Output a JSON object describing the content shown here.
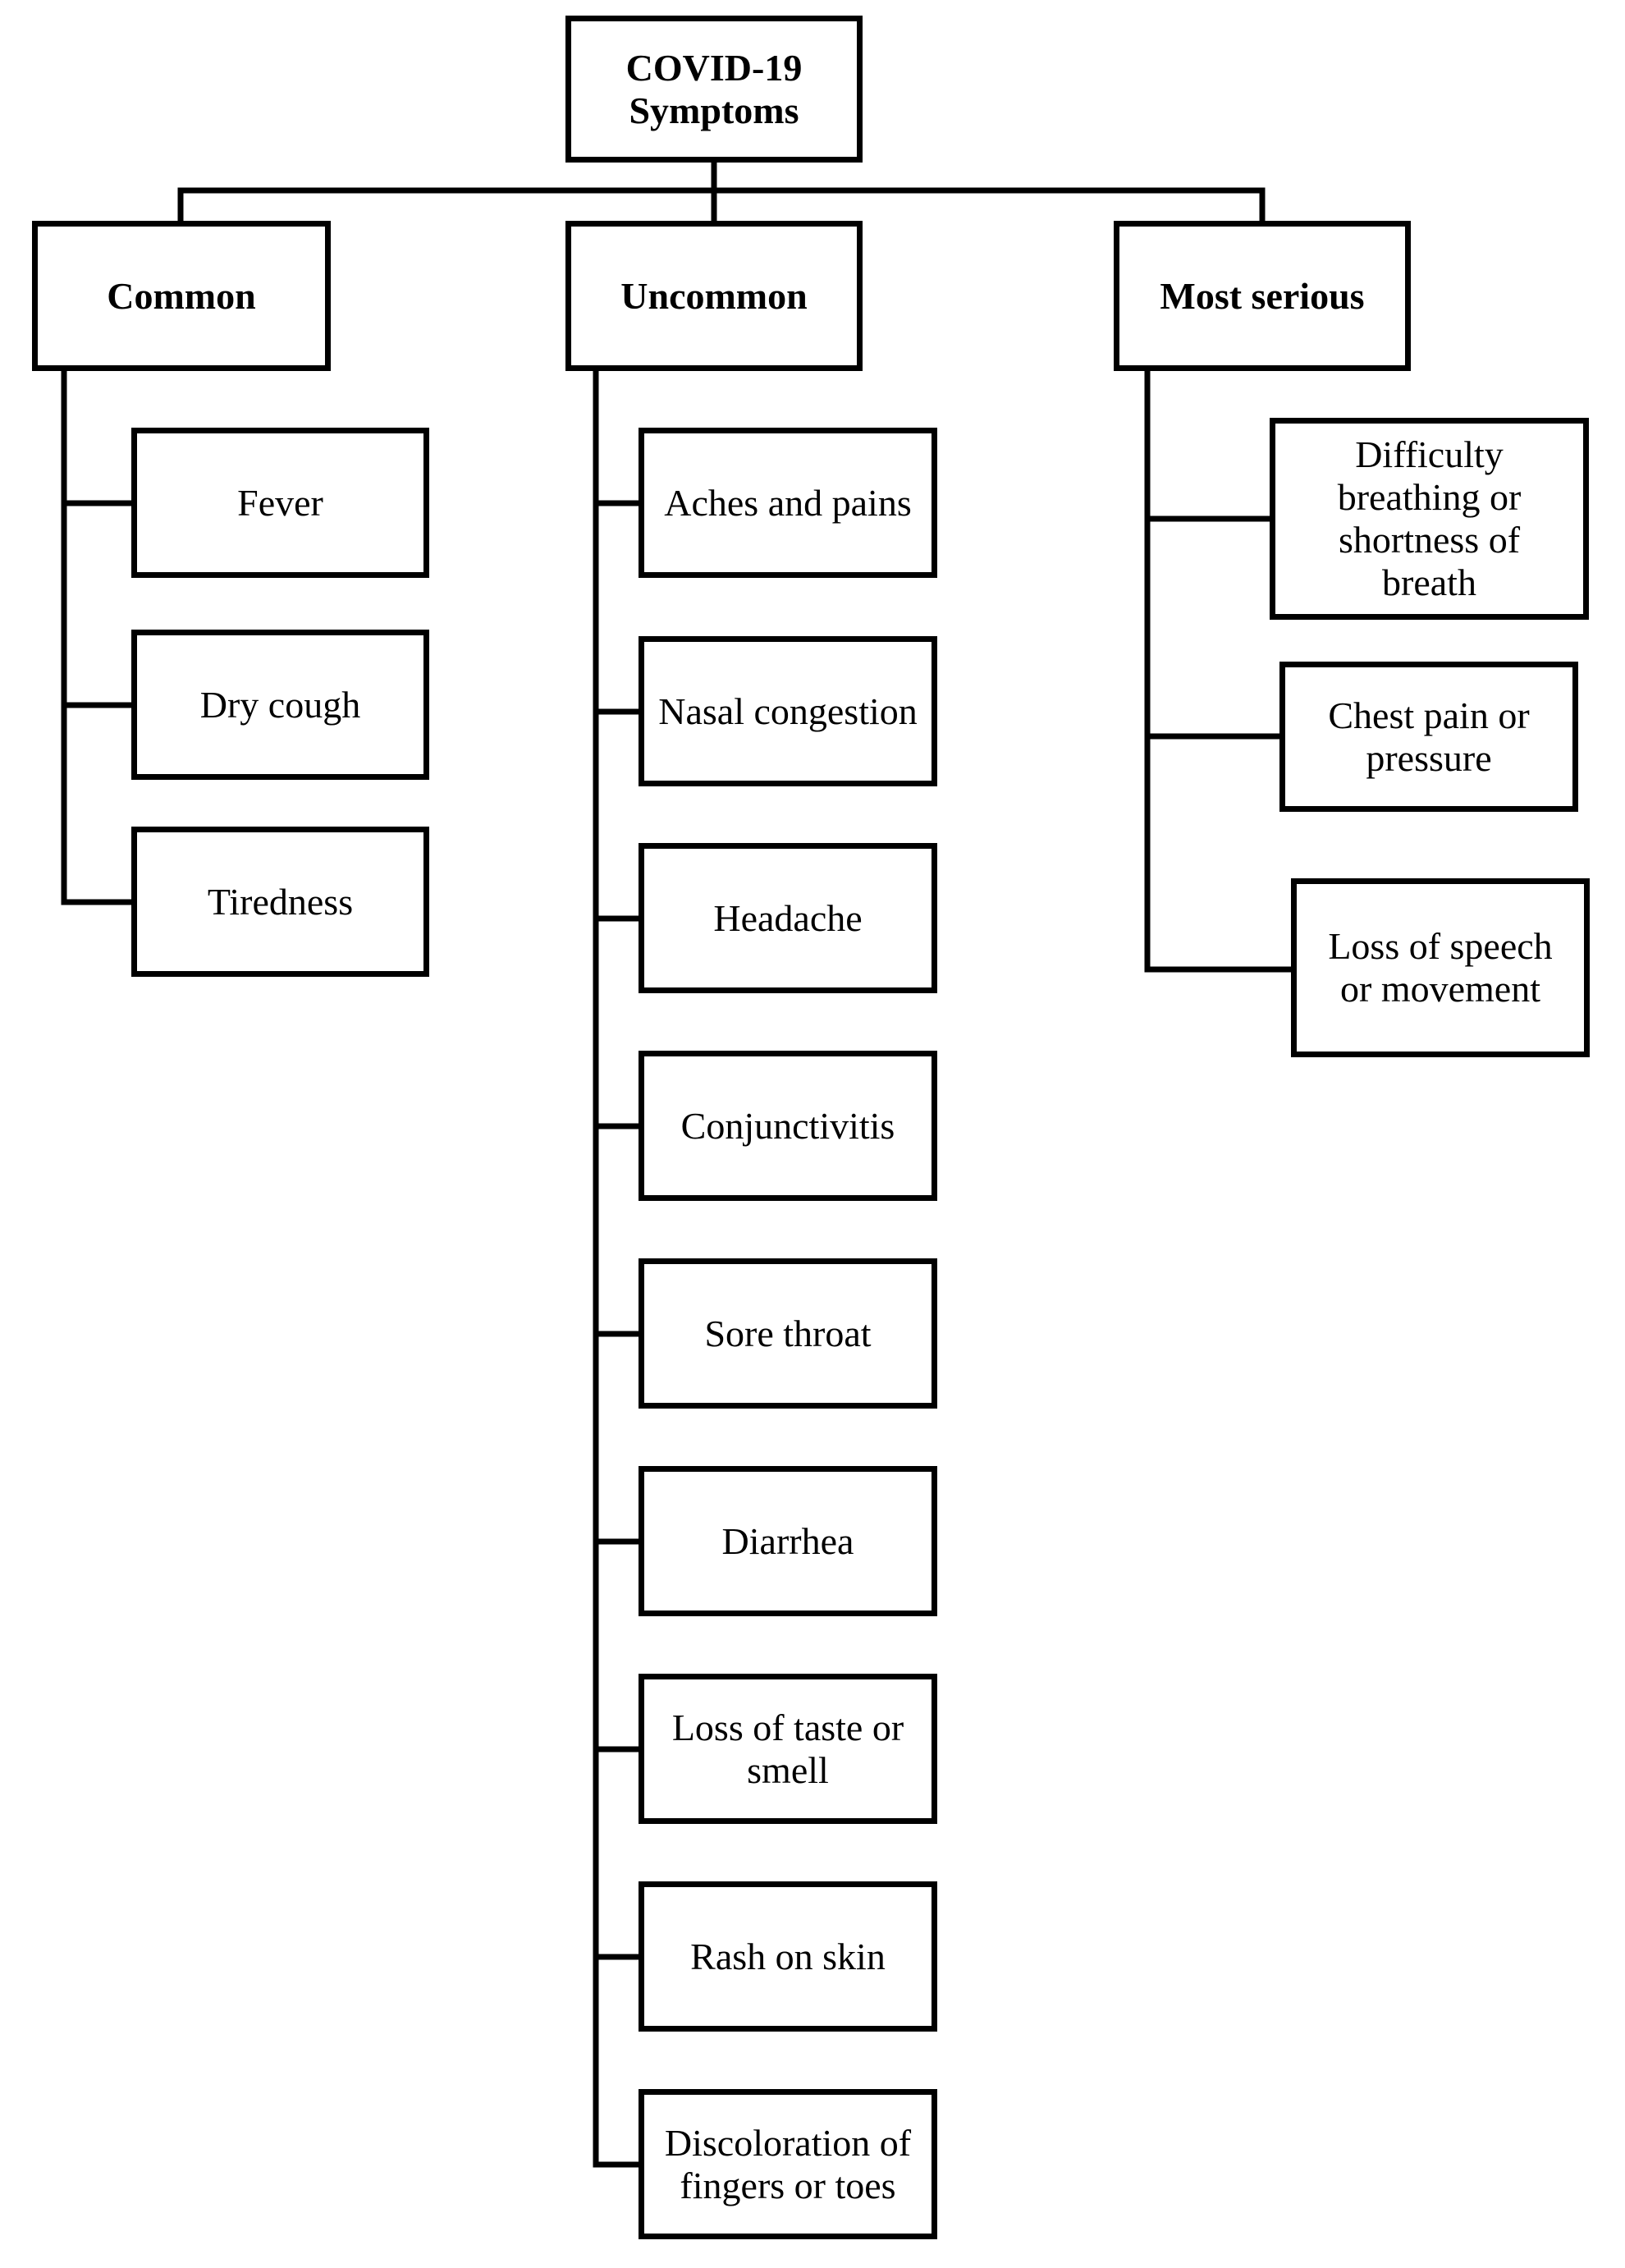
{
  "root": {
    "lines": [
      "COVID-19",
      "Symptoms"
    ]
  },
  "categories": [
    {
      "label": "Common",
      "items": [
        {
          "lines": [
            "Fever"
          ]
        },
        {
          "lines": [
            "Dry cough"
          ]
        },
        {
          "lines": [
            "Tiredness"
          ]
        }
      ]
    },
    {
      "label": "Uncommon",
      "items": [
        {
          "lines": [
            "Aches and pains"
          ]
        },
        {
          "lines": [
            "Nasal congestion"
          ]
        },
        {
          "lines": [
            "Headache"
          ]
        },
        {
          "lines": [
            "Conjunctivitis"
          ]
        },
        {
          "lines": [
            "Sore throat"
          ]
        },
        {
          "lines": [
            "Diarrhea"
          ]
        },
        {
          "lines": [
            "Loss of taste or",
            "smell"
          ]
        },
        {
          "lines": [
            "Rash on skin"
          ]
        },
        {
          "lines": [
            "Discoloration of",
            "fingers or toes"
          ]
        }
      ]
    },
    {
      "label": "Most serious",
      "items": [
        {
          "lines": [
            "Difficulty",
            "breathing or",
            "shortness of",
            "breath"
          ]
        },
        {
          "lines": [
            "Chest pain or",
            "pressure"
          ]
        },
        {
          "lines": [
            "Loss of speech",
            "or movement"
          ]
        }
      ]
    }
  ]
}
